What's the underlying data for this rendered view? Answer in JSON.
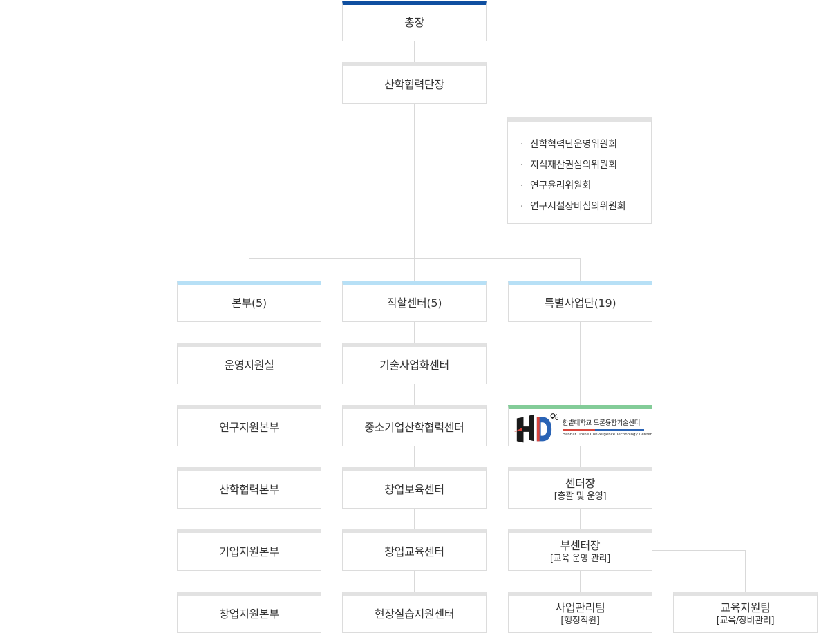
{
  "org": {
    "president": {
      "label": "총장"
    },
    "industry_director": {
      "label": "산학협력단장"
    },
    "committees": [
      "산학혁력단운영위원회",
      "지식재산권심의위원회",
      "연구윤리위원회",
      "연구시설장비심의위원회"
    ],
    "bonbu": {
      "title": "본부(5)",
      "items": [
        "운영지원실",
        "연구지원본부",
        "산학협력본부",
        "기업지원본부",
        "창업지원본부"
      ]
    },
    "centers": {
      "title": "직할센터(5)",
      "items": [
        "기술사업화센터",
        "중소기업산학협력센터",
        "창업보육센터",
        "창업교육센터",
        "현장실습지원센터"
      ]
    },
    "special": {
      "title": "특별사업단(19)",
      "logo": {
        "title": "한밭대학교 드론융합기술센터",
        "subtitle": "Hanbat Drone Convergence Technology Center"
      },
      "director": {
        "label": "센터장",
        "sub": "[총괄 및 운영]"
      },
      "vice_director": {
        "label": "부센터장",
        "sub": "[교육 운영 관리]"
      },
      "admin_team": {
        "label": "사업관리팀",
        "sub": "[행정직원]"
      },
      "edu_team": {
        "label": "교육지원팀",
        "sub": "[교육/장비관리]"
      }
    }
  },
  "colors": {
    "top_bar": "#0f4fa0",
    "branch_bar": "#b7e0f6",
    "default_bar": "#e2e2e2",
    "logo_bar": "#83cc98",
    "connector": "#d9d9d9"
  }
}
